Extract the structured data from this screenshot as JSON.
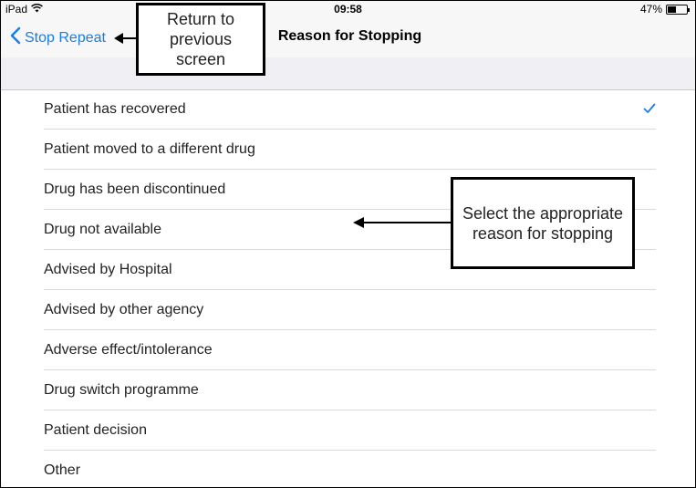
{
  "status_bar": {
    "device": "iPad",
    "time": "09:58",
    "battery_text": "47%",
    "battery_level": 0.47
  },
  "nav": {
    "back_label": "Stop Repeat",
    "title": "Reason for Stopping"
  },
  "reasons": [
    {
      "label": "Patient has recovered",
      "selected": true
    },
    {
      "label": "Patient moved to a different drug",
      "selected": false
    },
    {
      "label": "Drug has been discontinued",
      "selected": false
    },
    {
      "label": "Drug not available",
      "selected": false
    },
    {
      "label": "Advised by Hospital",
      "selected": false
    },
    {
      "label": "Advised by other agency",
      "selected": false
    },
    {
      "label": "Adverse effect/intolerance",
      "selected": false
    },
    {
      "label": "Drug switch programme",
      "selected": false
    },
    {
      "label": "Patient decision",
      "selected": false
    },
    {
      "label": "Other",
      "selected": false
    }
  ],
  "annotations": {
    "back_callout": "Return to previous screen",
    "select_callout": "Select the appropriate reason for stopping"
  },
  "colors": {
    "accent": "#1a7ee6",
    "background_band": "#efeff4"
  },
  "icons": {
    "back": "chevron-left-icon",
    "selected": "checkmark-icon",
    "wifi": "wifi-icon",
    "battery": "battery-icon"
  }
}
